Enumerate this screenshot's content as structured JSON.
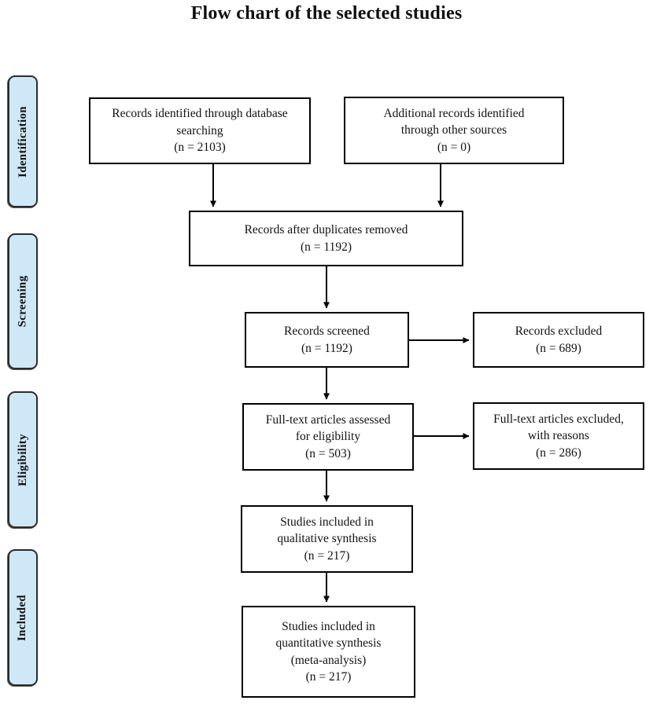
{
  "title": "Flow chart of the selected studies",
  "stages": [
    {
      "id": "identification",
      "label": "Identification"
    },
    {
      "id": "screening",
      "label": "Screening"
    },
    {
      "id": "eligibility",
      "label": "Eligibility"
    },
    {
      "id": "included",
      "label": "Included"
    }
  ],
  "flow": {
    "database_search": {
      "text": "Records identified through database\nsearching\n(n = 2103)",
      "n": 2103
    },
    "other_sources": {
      "text": "Additional records identified\nthrough other sources\n(n = 0)",
      "n": 0
    },
    "after_duplicates": {
      "text": "Records after duplicates removed\n(n = 1192)",
      "n": 1192
    },
    "screened": {
      "text": "Records screened\n(n = 1192)",
      "n": 1192
    },
    "records_excluded": {
      "text": "Records excluded\n(n = 689)",
      "n": 689
    },
    "fulltext_assessed": {
      "text": "Full-text articles assessed\nfor eligibility\n(n = 503)",
      "n": 503
    },
    "fulltext_excluded": {
      "text": "Full-text articles excluded,\nwith reasons\n(n = 286)",
      "n": 286
    },
    "qualitative": {
      "text": "Studies included in\nqualitative synthesis\n(n = 217)",
      "n": 217
    },
    "quantitative": {
      "text": "Studies included in\nquantitative synthesis\n(meta-analysis)\n(n = 217)",
      "n": 217
    }
  },
  "colors": {
    "stage_fill": "#cfe8f7",
    "stage_border": "#2b2b2b",
    "box_border": "#000000",
    "arrow": "#000000"
  }
}
